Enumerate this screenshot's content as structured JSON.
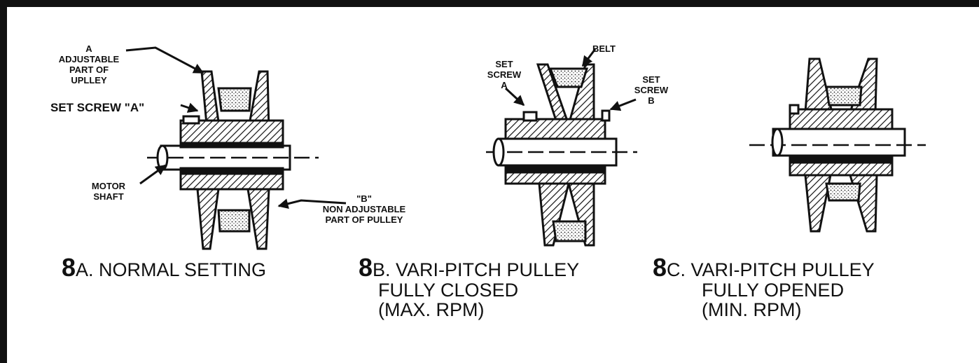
{
  "labels": {
    "adjustable_part": "A\nADJUSTABLE\nPART OF\nUPLLEY",
    "set_screw_a_big": "SET SCREW \"A\"",
    "motor_shaft": "MOTOR\nSHAFT",
    "non_adjustable_part": "\"B\"\nNON ADJUSTABLE\nPART OF PULLEY",
    "belt": "BELT",
    "set_screw_a": "SET\nSCREW\nA",
    "set_screw_b": "SET\nSCREW\nB"
  },
  "captions": {
    "a": {
      "number": "8",
      "line1": "A. NORMAL SETTING"
    },
    "b": {
      "number": "8",
      "line1": "B. VARI-PITCH PULLEY",
      "line2": "FULLY CLOSED",
      "line3": "(MAX. RPM)"
    },
    "c": {
      "number": "8",
      "line1": "C. VARI-PITCH PULLEY",
      "line2": "FULLY OPENED",
      "line3": "(MIN. RPM)"
    }
  }
}
